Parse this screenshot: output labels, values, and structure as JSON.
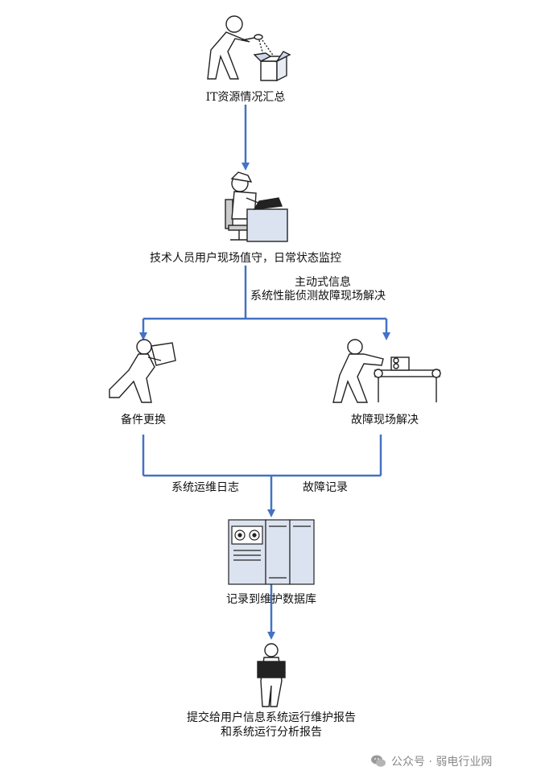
{
  "nodes": {
    "summary": "IT资源情况汇总",
    "onsite": "技术人员用户现场值守，日常状态监控",
    "spare": "备件更换",
    "fix": "故障现场解决",
    "db": "记录到维护数据库",
    "report_line1": "提交给用户信息系统运行维护报告",
    "report_line2": "和系统运行分析报告"
  },
  "edges": {
    "active_info": "主动式信息",
    "detect": "系统性能侦测故障现场解决",
    "ops_log": "系统运维日志",
    "fault_log": "故障记录"
  },
  "watermark": {
    "text": "公众号 · 弱电行业网",
    "icon": "wechat-icon"
  },
  "colors": {
    "arrow": "#4472C4",
    "figure_fill": "#ffffff",
    "figure_stroke": "#222222",
    "box_fill": "#dce3f0"
  }
}
